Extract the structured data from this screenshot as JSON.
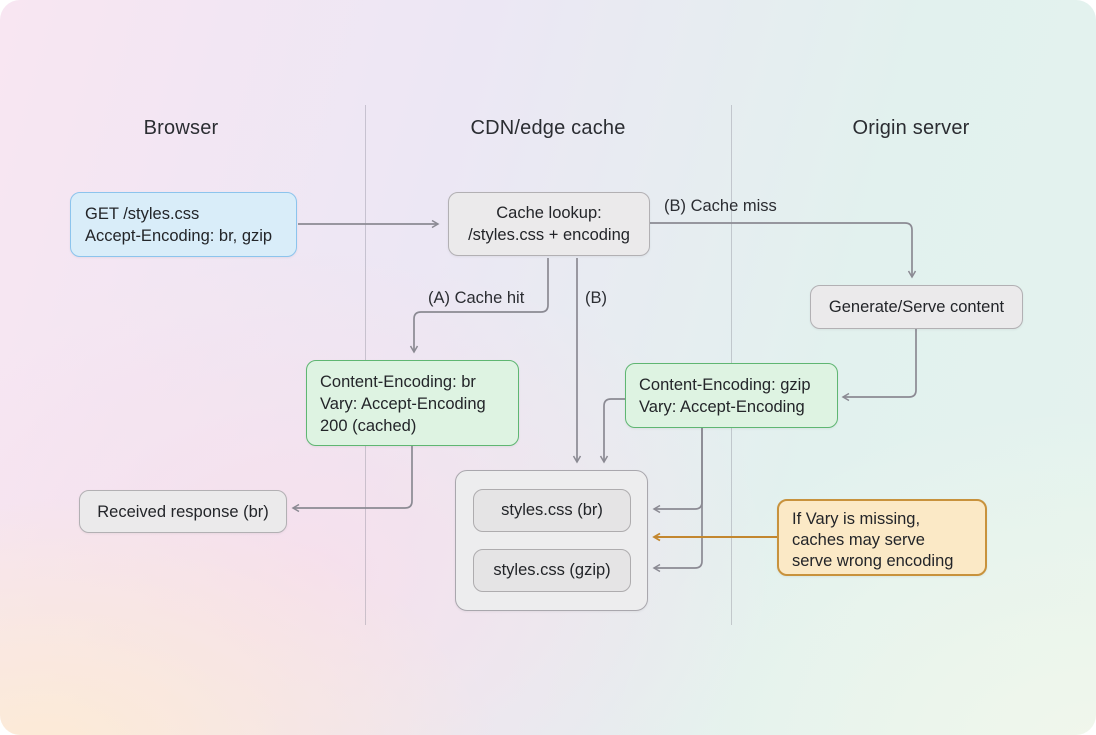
{
  "columns": {
    "browser": {
      "label": "Browser"
    },
    "cdn": {
      "label": "CDN/edge cache"
    },
    "origin": {
      "label": "Origin server"
    }
  },
  "nodes": {
    "request": {
      "lines": [
        "GET /styles.css",
        "Accept-Encoding: br, gzip"
      ]
    },
    "cache_lookup": {
      "lines": [
        "Cache lookup:",
        "/styles.css + encoding"
      ]
    },
    "generate": {
      "label": "Generate/Serve content"
    },
    "response_br": {
      "lines": [
        "Content-Encoding: br",
        "Vary: Accept-Encoding",
        "200 (cached)"
      ]
    },
    "response_gzip": {
      "lines": [
        "Content-Encoding: gzip",
        "Vary: Accept-Encoding"
      ]
    },
    "received": {
      "label": "Received response (br)"
    },
    "cache_store": {
      "items": [
        "styles.css (br)",
        "styles.css (gzip)"
      ]
    },
    "warning": {
      "lines": [
        "If Vary is missing,",
        "caches may serve",
        "serve wrong encoding"
      ]
    }
  },
  "edge_labels": {
    "cache_miss": "(B) Cache miss",
    "cache_hit": "(A) Cache hit",
    "b": "(B)"
  },
  "colors": {
    "line": "#8b8a93",
    "accent_orange": "#c3872f",
    "node_text": "#232529",
    "blue_fill": "#d9edf9",
    "blue_border": "#8cc4ed",
    "green_fill": "#def3e2",
    "green_border": "#5fb672",
    "gray_fill": "#ebeaeb",
    "gray_border": "#b2b0b3",
    "store_fill": "#ededee",
    "store_border": "#a9a7ad",
    "item_fill": "#e5e4e5",
    "item_border": "#aeacae",
    "orange_fill": "#fbe9c6",
    "orange_border": "#c8923c"
  }
}
